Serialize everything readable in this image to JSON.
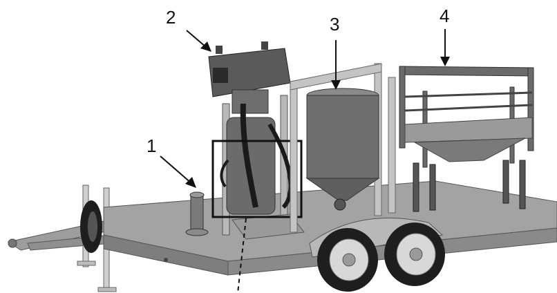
{
  "callouts": [
    {
      "label": "1"
    },
    {
      "label": "2"
    },
    {
      "label": "3"
    },
    {
      "label": "4"
    }
  ],
  "colors": {
    "deck": "#8a8a8a",
    "deck_top": "#a3a3a3",
    "frame": "#b4b4b4",
    "dark": "#3a3a3a",
    "tank": "#6b6b6b",
    "tire": "#1e1e1e",
    "wheel": "#d8d8d8"
  }
}
